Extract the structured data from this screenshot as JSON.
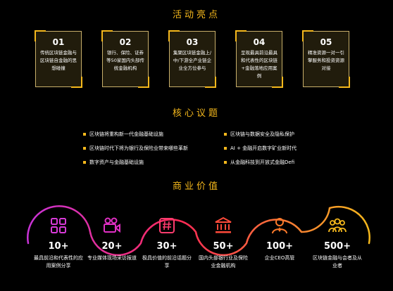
{
  "sections": {
    "highlights": "活动亮点",
    "topics": "核心议题",
    "value": "商业价值"
  },
  "highlights": [
    {
      "num": "01",
      "text": "传统区块链金融与区块链自金融的思想碰撞"
    },
    {
      "num": "02",
      "text": "银行、保险、证券等50家国内头部传统金融机构"
    },
    {
      "num": "03",
      "text": "集聚区块链金融上/中/下游全产业链企业全方位参与"
    },
    {
      "num": "04",
      "text": "呈现最具前沿最具和代表性的区块链+金融落地应用案例"
    },
    {
      "num": "05",
      "text": "精准资源一对一引擎服务和投资资源对接"
    }
  ],
  "topics": {
    "left": [
      "区块链将重构新一代金融基础设施",
      "区块链时代下将为银行及保险业带来哪些革新",
      "数字资产与金融基础设施"
    ],
    "right": [
      "区块链与数据安全及隐私保护",
      "AI + 金融开启数字矿业新时代",
      "从金融科技到开放式金融Defi"
    ]
  },
  "values": [
    {
      "icon": "grid-app-icon",
      "number": "10+",
      "desc": "最具前沿和代表性的应用案例分享"
    },
    {
      "icon": "video-camera-icon",
      "number": "20+",
      "desc": "专业媒体现场采访报道"
    },
    {
      "icon": "document-hash-icon",
      "number": "30+",
      "desc": "极具价值的前沿话题分享"
    },
    {
      "icon": "bank-icon",
      "number": "50+",
      "desc": "国内头部银行业及保险业金融机构"
    },
    {
      "icon": "user-tie-icon",
      "number": "100+",
      "desc": "企业CEO高管"
    },
    {
      "icon": "group-icon",
      "number": "500+",
      "desc": "区块链金融与会者及从业者"
    }
  ],
  "colors": {
    "accent": "#f5b81c",
    "card_border": "#c9b06b",
    "arc_start": "#c933d8",
    "arc_mid": "#ff2a55",
    "arc_end": "#f5b81c"
  }
}
